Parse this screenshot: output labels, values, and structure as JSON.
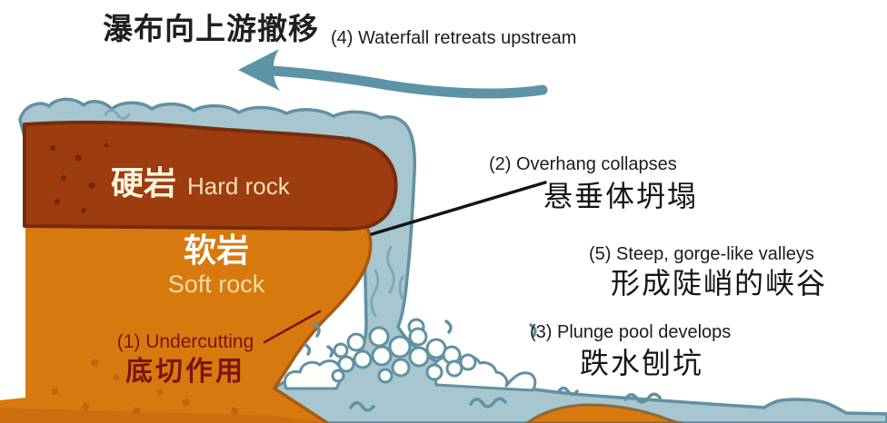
{
  "title": {
    "zh": "瀑布向上游撤移",
    "en": "(4) Waterfall retreats upstream"
  },
  "layers": {
    "hard_rock": {
      "zh": "硬岩",
      "en": "Hard rock"
    },
    "soft_rock": {
      "zh": "软岩",
      "en": "Soft rock"
    }
  },
  "annotations": {
    "undercutting": {
      "en": "(1) Undercutting",
      "zh": "底切作用"
    },
    "overhang_collapses": {
      "en": "(2) Overhang collapses",
      "zh": "悬垂体坍塌"
    },
    "plunge_pool": {
      "en": "(3) Plunge pool develops",
      "zh": "跌水刨坑"
    },
    "gorge_valleys": {
      "en": "(5) Steep, gorge-like valleys",
      "zh": "形成陡峭的峡谷"
    }
  },
  "colors": {
    "water_fill": "#a7c6cf",
    "water_outline": "#6191a3",
    "water_texture": "#7fa9b6",
    "arrow": "#5d93a6",
    "hard_rock_fill": "#9c3c0f",
    "hard_rock_outline": "#772c0c",
    "speckle_dark": "#6e2a0e",
    "soft_rock_fill": "#d8790f",
    "soft_rock_edge": "#a85a10",
    "soft_rock_shadow": "#c06410",
    "speckle_orange": "#bf6410",
    "mound_outline": "#8a6a3a",
    "foam_fill": "#fdfdfa",
    "pointer_black": "#141414",
    "pointer_maroon": "#7b1416"
  }
}
